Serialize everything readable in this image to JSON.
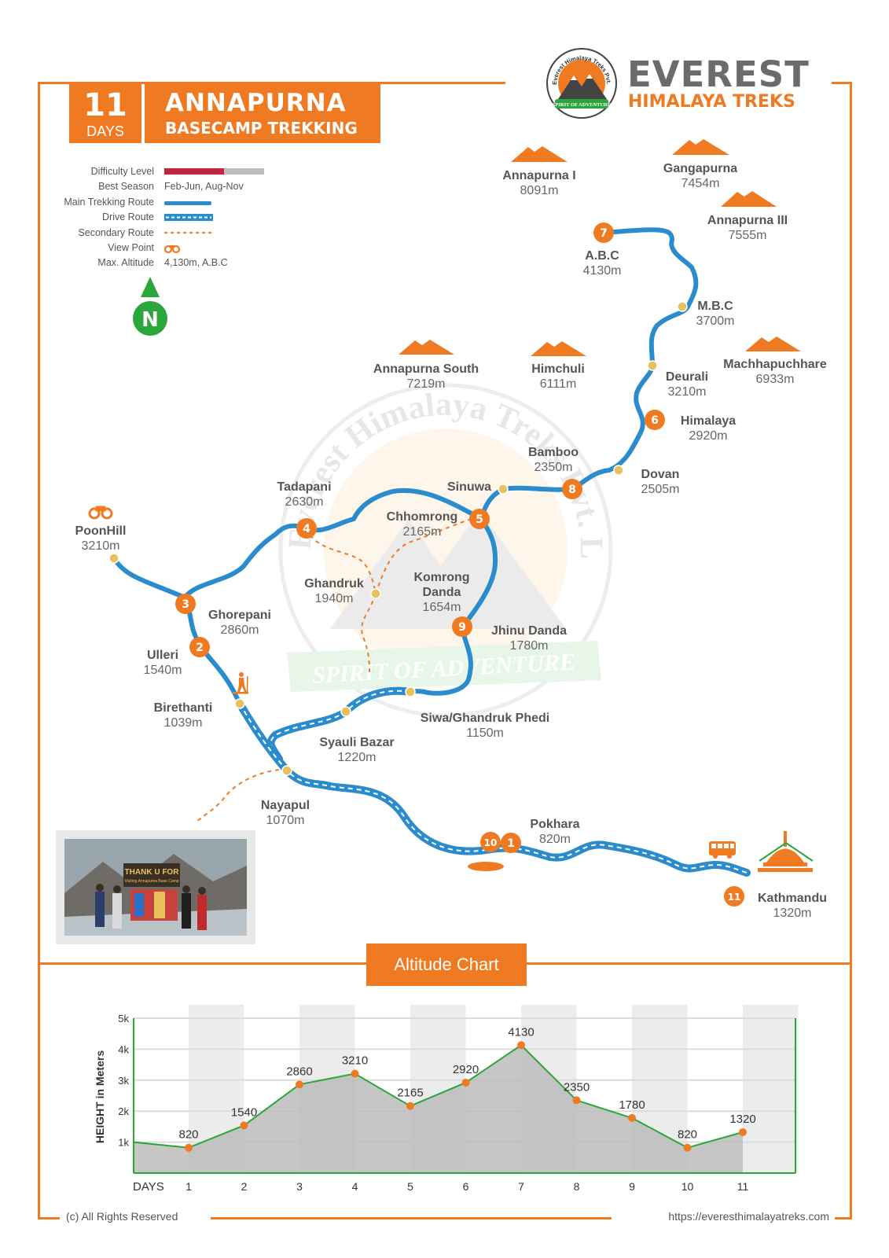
{
  "title": {
    "days_number": "11",
    "days_label": "DAYS",
    "line1": "ANNAPURNA",
    "line2": "BASECAMP TREKKING"
  },
  "brand": {
    "name_line1": "EVEREST",
    "name_line2": "HIMALAYA TREKS",
    "logo_text_arc": "Everest Himalaya Treks Pvt. Ltd.",
    "logo_ribbon": "SPIRIT OF ADVENTURE"
  },
  "watermark": {
    "arc": "Everest Himalaya Treks Pvt. Ltd.",
    "ribbon": "SPIRIT OF ADVENTURE"
  },
  "legend": {
    "difficulty_label": "Difficulty Level",
    "difficulty_fraction": 0.6,
    "season_label": "Best Season",
    "season_value": "Feb-Jun, Aug-Nov",
    "main_route_label": "Main Trekking Route",
    "drive_route_label": "Drive Route",
    "secondary_route_label": "Secondary Route",
    "view_point_label": "View Point",
    "max_alt_label": "Max. Altitude",
    "max_alt_value": "4,130m, A.B.C"
  },
  "compass": {
    "letter": "N"
  },
  "colors": {
    "accent": "#f07a22",
    "route": "#2a8ccc",
    "waypoint": "#e9c15a",
    "grey": "#6b6b6b",
    "compass": "#2aa63a",
    "difficulty": "#c0263a"
  },
  "peaks": {
    "annapurna1": {
      "name": "Annapurna I",
      "elev": "8091m"
    },
    "gangapurna": {
      "name": "Gangapurna",
      "elev": "7454m"
    },
    "annapurna3": {
      "name": "Annapurna III",
      "elev": "7555m"
    },
    "annapurna_south": {
      "name": "Annapurna South",
      "elev": "7219m"
    },
    "himchuli": {
      "name": "Himchuli",
      "elev": "6111m"
    },
    "machhapuchhare": {
      "name": "Machhapuchhare",
      "elev": "6933m"
    }
  },
  "places": {
    "abc": {
      "name": "A.B.C",
      "elev": "4130m"
    },
    "mbc": {
      "name": "M.B.C",
      "elev": "3700m"
    },
    "deurali": {
      "name": "Deurali",
      "elev": "3210m"
    },
    "himalaya": {
      "name": "Himalaya",
      "elev": "2920m"
    },
    "bamboo": {
      "name": "Bamboo",
      "elev": "2350m"
    },
    "dovan": {
      "name": "Dovan",
      "elev": "2505m"
    },
    "sinuwa": {
      "name": "Sinuwa"
    },
    "tadapani": {
      "name": "Tadapani",
      "elev": "2630m"
    },
    "chhomrong": {
      "name": "Chhomrong",
      "elev": "2165m"
    },
    "poonhill": {
      "name": "PoonHill",
      "elev": "3210m"
    },
    "ghandruk": {
      "name": "Ghandruk",
      "elev": "1940m"
    },
    "komrong": {
      "name_line1": "Komrong",
      "name_line2": "Danda",
      "elev": "1654m"
    },
    "ghorepani": {
      "name": "Ghorepani",
      "elev": "2860m"
    },
    "jhinu": {
      "name": "Jhinu Danda",
      "elev": "1780m"
    },
    "ulleri": {
      "name": "Ulleri",
      "elev": "1540m"
    },
    "birethanti": {
      "name": "Birethanti",
      "elev": "1039m"
    },
    "siwa": {
      "name": "Siwa/Ghandruk Phedi",
      "elev": "1150m"
    },
    "syauli": {
      "name": "Syauli Bazar",
      "elev": "1220m"
    },
    "nayapul": {
      "name": "Nayapul",
      "elev": "1070m"
    },
    "pokhara": {
      "name": "Pokhara",
      "elev": "820m"
    },
    "kathmandu": {
      "name": "Kathmandu",
      "elev": "1320m"
    }
  },
  "day_markers": [
    "1",
    "2",
    "3",
    "4",
    "5",
    "6",
    "7",
    "8",
    "9",
    "10",
    "11"
  ],
  "photo": {
    "sign_line1": "THANK U FOR",
    "sign_line2": "Visiting Annapurna Base Camp"
  },
  "chart_data": {
    "type": "area",
    "title": "Altitude Chart",
    "xlabel": "DAYS",
    "ylabel": "HEIGHT in Meters",
    "categories": [
      "1",
      "2",
      "3",
      "4",
      "5",
      "6",
      "7",
      "8",
      "9",
      "10",
      "11"
    ],
    "values": [
      820,
      1540,
      2860,
      3210,
      2165,
      2920,
      4130,
      2350,
      1780,
      820,
      1320
    ],
    "point_labels": [
      "820",
      "1540",
      "2860",
      "3210",
      "2165",
      "2920",
      "4130",
      "2350",
      "1780",
      "820",
      "1320"
    ],
    "start_value": 1000,
    "ylim": [
      0,
      5000
    ],
    "yticks": [
      1000,
      2000,
      3000,
      4000,
      5000
    ],
    "ytick_labels": [
      "1k",
      "2k",
      "3k",
      "4k",
      "5k"
    ],
    "grid": true
  },
  "footer": {
    "copyright": "(c) All Rights Reserved",
    "url": "https://everesthimalayatreks.com"
  }
}
